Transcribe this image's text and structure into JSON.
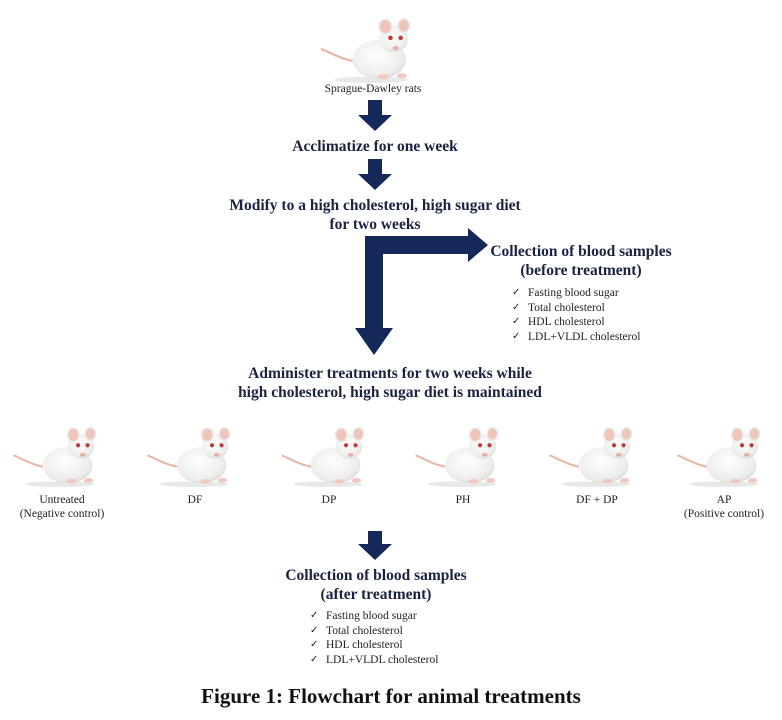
{
  "top": {
    "animal_label": "Sprague-Dawley rats"
  },
  "steps": {
    "acclimatize": "Acclimatize for one week",
    "diet_line1": "Modify to a high cholesterol, high sugar diet",
    "diet_line2": "for two weeks",
    "administer_line1": "Administer treatments for two weeks while",
    "administer_line2": "high cholesterol, high sugar diet is maintained"
  },
  "before": {
    "title_line1": "Collection of blood samples",
    "title_line2": "(before treatment)",
    "items": [
      "Fasting blood sugar",
      "Total cholesterol",
      "HDL cholesterol",
      "LDL+VLDL cholesterol"
    ]
  },
  "groups": [
    {
      "line1": "Untreated",
      "line2": "(Negative control)"
    },
    {
      "line1": "DF",
      "line2": ""
    },
    {
      "line1": "DP",
      "line2": ""
    },
    {
      "line1": "PH",
      "line2": ""
    },
    {
      "line1": "DF + DP",
      "line2": ""
    },
    {
      "line1": "AP",
      "line2": "(Positive control)"
    }
  ],
  "after": {
    "title_line1": "Collection of blood samples",
    "title_line2": "(after treatment)",
    "items": [
      "Fasting blood sugar",
      "Total cholesterol",
      "HDL cholesterol",
      "LDL+VLDL cholesterol"
    ]
  },
  "caption": "Figure 1: Flowchart for animal treatments",
  "colors": {
    "arrow": "#14295a",
    "text": "#1a2340"
  }
}
